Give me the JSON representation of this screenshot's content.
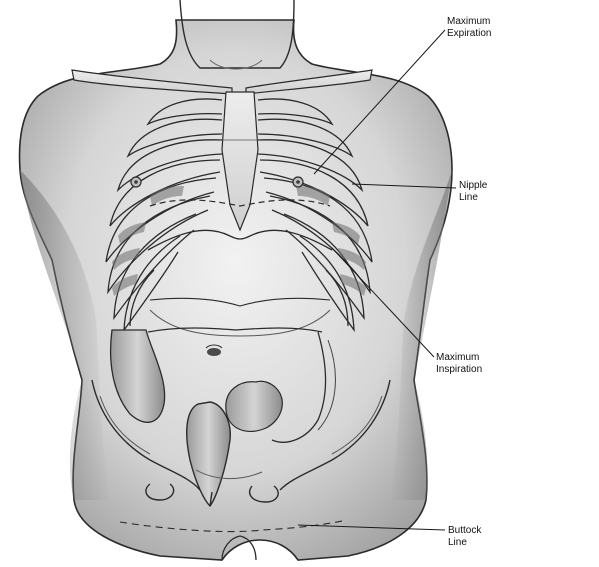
{
  "figure": {
    "labels": {
      "max_expiration": {
        "line1": "Maximum",
        "line2": "Expiration"
      },
      "nipple_line": {
        "line1": "Nipple",
        "line2": "Line"
      },
      "max_inspiration": {
        "line1": "Maximum",
        "line2": "Inspiration"
      },
      "buttock_line": {
        "line1": "Buttock",
        "line2": "Line"
      }
    },
    "colors": {
      "ink": "#2b2b2b",
      "skin_shade": "#bdbdbd",
      "skin_light": "#e6e6e6",
      "background": "#ffffff"
    }
  }
}
